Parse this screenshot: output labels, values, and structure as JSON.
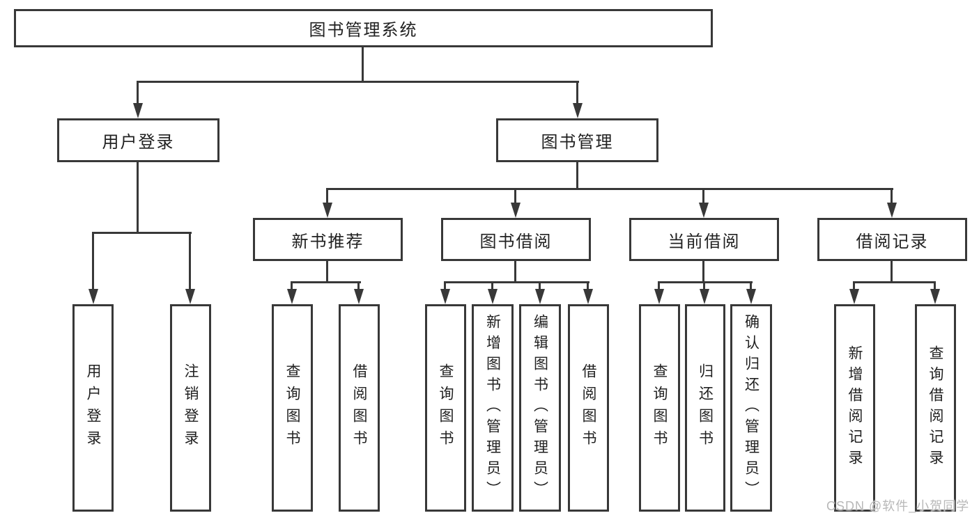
{
  "tree": {
    "root": {
      "label": "图书管理系统"
    },
    "branches": [
      {
        "label": "用户登录",
        "children": [
          {
            "label": "用户登录"
          },
          {
            "label": "注销登录"
          }
        ]
      },
      {
        "label": "图书管理",
        "children": [
          {
            "label": "新书推荐",
            "children": [
              {
                "label": "查询图书"
              },
              {
                "label": "借阅图书"
              }
            ]
          },
          {
            "label": "图书借阅",
            "children": [
              {
                "label": "查询图书"
              },
              {
                "label": "新增图书（管理员）"
              },
              {
                "label": "编辑图书（管理员）"
              },
              {
                "label": "借阅图书"
              }
            ]
          },
          {
            "label": "当前借阅",
            "children": [
              {
                "label": "查询图书"
              },
              {
                "label": "归还图书"
              },
              {
                "label": "确认归还（管理员）"
              }
            ]
          },
          {
            "label": "借阅记录",
            "children": [
              {
                "label": "新增借阅记录"
              },
              {
                "label": "查询借阅记录"
              }
            ]
          }
        ]
      }
    ]
  },
  "watermark": {
    "text": "CSDN @软件_小贺同学"
  },
  "colors": {
    "line": "#383838",
    "text": "#212121",
    "watermark": "#b8b8b8",
    "background": "#ffffff"
  }
}
